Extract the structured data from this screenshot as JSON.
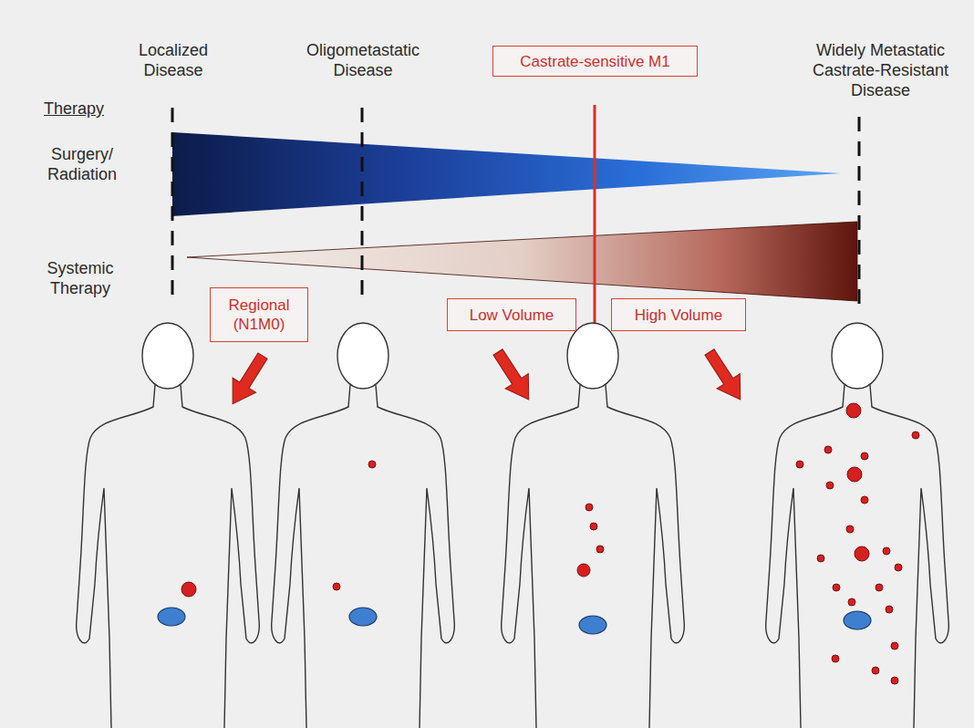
{
  "diagram": {
    "nodes": [
      {
        "text": [
          "Castrate-sensitive M1"
        ]
      },
      {
        "text": [
          "Regional (N1M0)"
        ]
      },
      {
        "text": [
          "Low Volume"
        ]
      },
      {
        "text": [
          "High Volume"
        ]
      }
    ],
    "labels": [
      "Localized Disease",
      "Oligometastatic Disease",
      "Widely Metastatic Castrate-Resistant Disease",
      "Therapy",
      "Surgery/ Radiation",
      "Systemic Therapy"
    ]
  }
}
